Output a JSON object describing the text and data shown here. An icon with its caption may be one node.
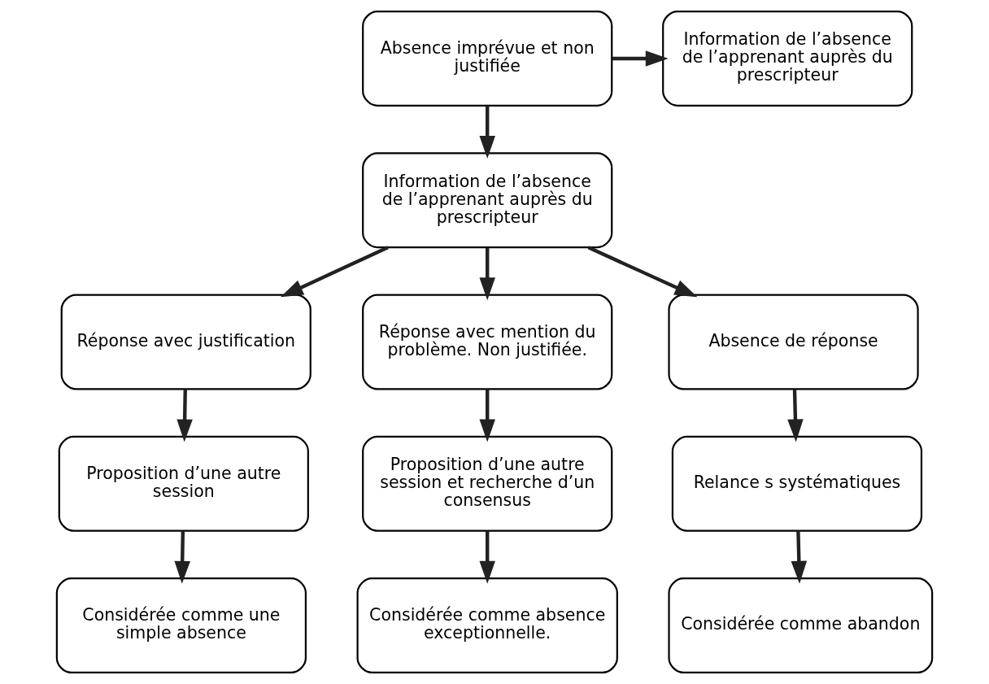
{
  "diagram": {
    "nodes": [
      {
        "text": [
          "Absence imprévue et non justifiée"
        ]
      },
      {
        "text": [
          "Information de l’absence de l’apprenant auprès du prescripteur"
        ]
      },
      {
        "text": [
          "Information de l’absence de l’apprenant auprès du prescripteur"
        ]
      },
      {
        "text": [
          "Réponse avec justification"
        ]
      },
      {
        "text": [
          "Réponse avec mention du problème. Non justifiée."
        ]
      },
      {
        "text": [
          "Absence de réponse"
        ]
      },
      {
        "text": [
          "Proposition d’une autre session"
        ]
      },
      {
        "text": [
          "Proposition d’une autre session et recherche d’un consensus"
        ]
      },
      {
        "text": [
          "Relance s systématiques"
        ]
      },
      {
        "text": [
          "Considérée comme une simple absence"
        ]
      },
      {
        "text": [
          "Considérée comme absence exceptionnelle."
        ]
      },
      {
        "text": [
          "Considérée comme abandon"
        ]
      }
    ],
    "edges": [
      {
        "from": 0,
        "to": 1,
        "arrow": "to"
      },
      {
        "from": 0,
        "to": 2,
        "arrow": "to"
      },
      {
        "from": 2,
        "to": 3,
        "arrow": "to"
      },
      {
        "from": 2,
        "to": 4,
        "arrow": "to"
      },
      {
        "from": 2,
        "to": 5,
        "arrow": "to"
      },
      {
        "from": 3,
        "to": 6,
        "arrow": "to"
      },
      {
        "from": 4,
        "to": 7,
        "arrow": "to"
      },
      {
        "from": 5,
        "to": 8,
        "arrow": "to"
      },
      {
        "from": 6,
        "to": 9,
        "arrow": "to"
      },
      {
        "from": 7,
        "to": 10,
        "arrow": "to"
      },
      {
        "from": 8,
        "to": 11,
        "arrow": "to"
      }
    ]
  }
}
